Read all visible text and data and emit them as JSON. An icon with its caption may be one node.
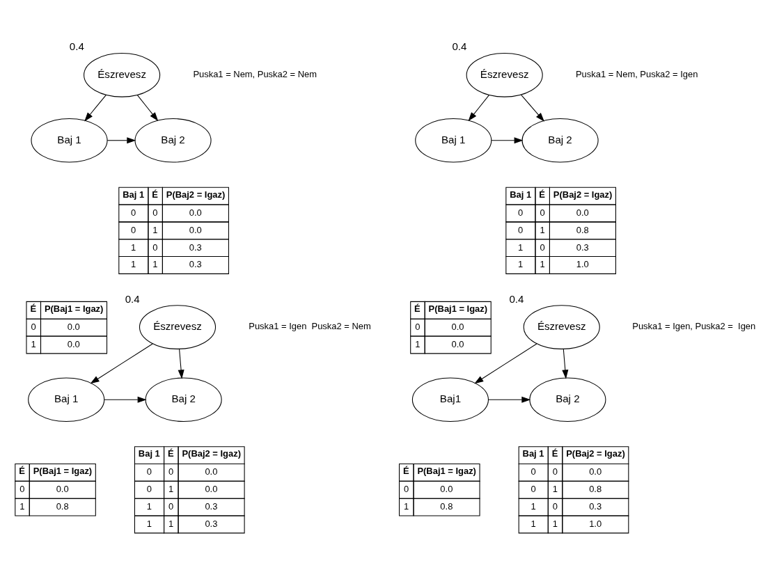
{
  "diagram": {
    "nodes": [
      {
        "text": [
          "Észrevesz"
        ],
        "beside": [
          "0.4"
        ]
      },
      {
        "text": [
          "Baj 1"
        ]
      },
      {
        "text": [
          "Baj 2"
        ]
      },
      {
        "text": [
          "Észrevesz"
        ],
        "beside": [
          "0.4"
        ]
      },
      {
        "text": [
          "Baj 1"
        ]
      },
      {
        "text": [
          "Baj 2"
        ]
      },
      {
        "text": [
          "Észrevesz"
        ],
        "beside": [
          "0.4"
        ]
      },
      {
        "text": [
          "Baj 1"
        ]
      },
      {
        "text": [
          "Baj 2"
        ]
      },
      {
        "text": [
          "Észrevesz"
        ],
        "beside": [
          "0.4"
        ]
      },
      {
        "text": [
          "Baj1"
        ]
      },
      {
        "text": [
          "Baj 2"
        ]
      }
    ],
    "edges": [
      {
        "from": 0,
        "to": 1,
        "arrow": "to"
      },
      {
        "from": 0,
        "to": 2,
        "arrow": "to"
      },
      {
        "from": 1,
        "to": 2,
        "arrow": "to"
      },
      {
        "from": 3,
        "to": 4,
        "arrow": "to"
      },
      {
        "from": 3,
        "to": 5,
        "arrow": "to"
      },
      {
        "from": 4,
        "to": 5,
        "arrow": "to"
      },
      {
        "from": 6,
        "to": 7,
        "arrow": "to"
      },
      {
        "from": 6,
        "to": 8,
        "arrow": "to"
      },
      {
        "from": 7,
        "to": 8,
        "arrow": "to"
      },
      {
        "from": 9,
        "to": 10,
        "arrow": "to"
      },
      {
        "from": 9,
        "to": 11,
        "arrow": "to"
      },
      {
        "from": 10,
        "to": 11,
        "arrow": "to"
      }
    ],
    "labels": [
      "Puska1 = Nem, Puska2 = Nem",
      "É",
      "P(Baj1 = Igaz)",
      "0",
      "0.0",
      "1",
      "0.0",
      "Baj 1",
      "É",
      "P(Baj2 = Igaz)",
      "0",
      "0",
      "0.0",
      "0",
      "1",
      "0.0",
      "1",
      "0",
      "0.3",
      "1",
      "1",
      "0.3",
      "Puska1 = Nem, Puska2 = Igen",
      "É",
      "P(Baj1 = Igaz)",
      "0",
      "0.0",
      "1",
      "0.0",
      "Baj 1",
      "É",
      "P(Baj2 = Igaz)",
      "0",
      "0",
      "0.0",
      "0",
      "1",
      "0.8",
      "1",
      "0",
      "0.3",
      "1",
      "1",
      "1.0",
      "Puska1 = Igen  Puska2 = Nem",
      "É",
      "P(Baj1 = Igaz)",
      "0",
      "0.0",
      "1",
      "0.8",
      "Baj 1",
      "É",
      "P(Baj2 = Igaz)",
      "0",
      "0",
      "0.0",
      "0",
      "1",
      "0.0",
      "1",
      "0",
      "0.3",
      "1",
      "1",
      "0.3",
      "Puska1 = Igen, Puska2 =  Igen",
      "É",
      "P(Baj1 = Igaz)",
      "0",
      "0.0",
      "1",
      "0.8",
      "Baj 1",
      "É",
      "P(Baj2 = Igaz)",
      "0",
      "0",
      "0.0",
      "0",
      "1",
      "0.8",
      "1",
      "0",
      "0.3",
      "1",
      "1",
      "1.0"
    ]
  }
}
